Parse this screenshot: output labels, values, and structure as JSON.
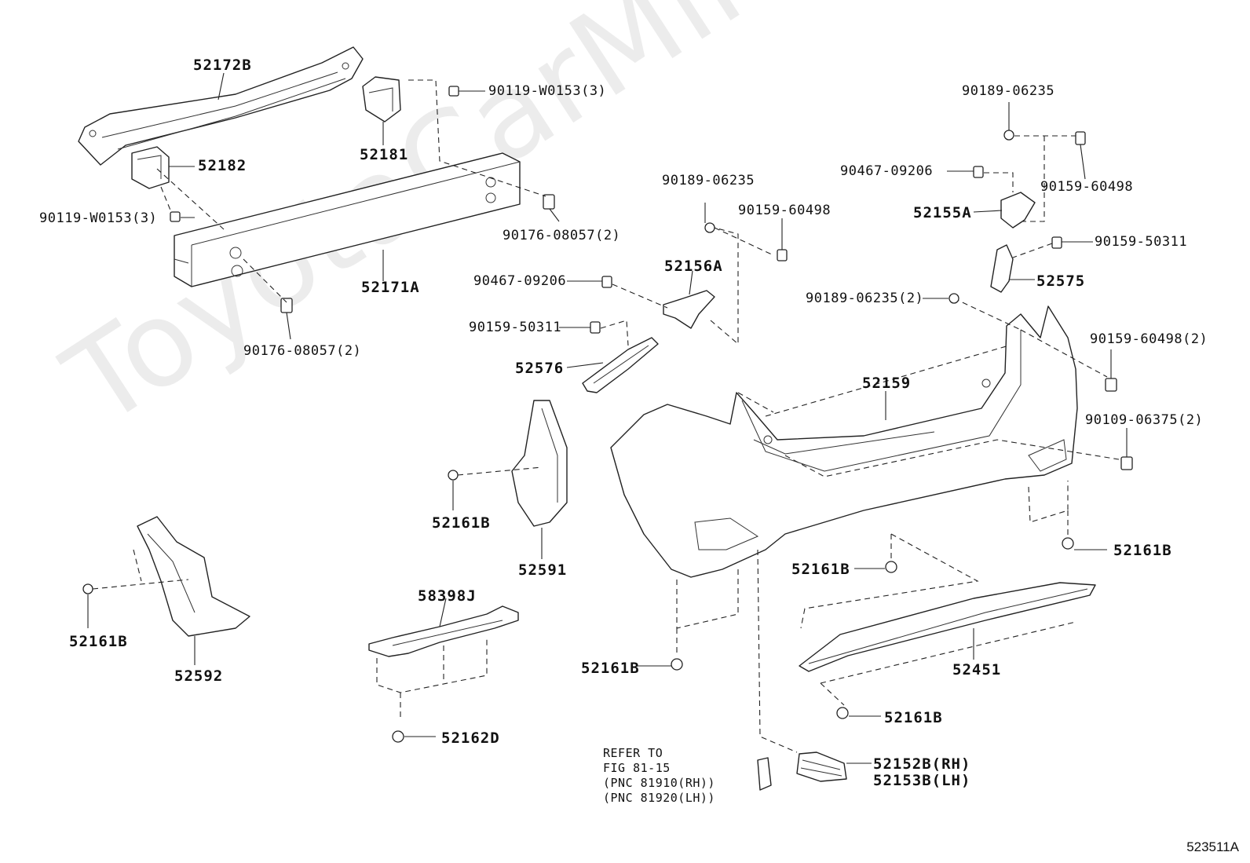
{
  "watermark": "ToyotaCarMine.ru",
  "figure_id": "523511A",
  "parts": {
    "p52172B": "52172B",
    "p52182": "52182",
    "p52181": "52181",
    "p90119_a": "90119-W0153(3)",
    "p90119_b": "90119-W0153(3)",
    "p90176_a": "90176-08057(2)",
    "p90176_b": "90176-08057(2)",
    "p52171A": "52171A",
    "p90189_a": "90189-06235",
    "p90159_60498_a": "90159-60498",
    "p52156A": "52156A",
    "p90467_a": "90467-09206",
    "p90159_50311_a": "90159-50311",
    "p52576": "52576",
    "p90189_b": "90189-06235",
    "p90467_b": "90467-09206",
    "p90159_60498_b": "90159-60498",
    "p52155A": "52155A",
    "p90159_50311_b": "90159-50311",
    "p52575": "52575",
    "p90189_c": "90189-06235(2)",
    "p90159_60498_c": "90159-60498(2)",
    "p52159": "52159",
    "p90109": "90109-06375(2)",
    "p52161B_a": "52161B",
    "p52591": "52591",
    "p52161B_b": "52161B",
    "p52161B_c": "52161B",
    "p52161B_d": "52161B",
    "p52161B_e": "52161B",
    "p52161B_f": "52161B",
    "p52592": "52592",
    "p58398J": "58398J",
    "p52162D": "52162D",
    "p52451": "52451",
    "p52152B": "52152B(RH)",
    "p52153B": "52153B(LH)"
  },
  "refer_note": {
    "line1": "REFER TO",
    "line2": "FIG 81-15",
    "line3": "(PNC 81910(RH))",
    "line4": "(PNC 81920(LH))"
  }
}
